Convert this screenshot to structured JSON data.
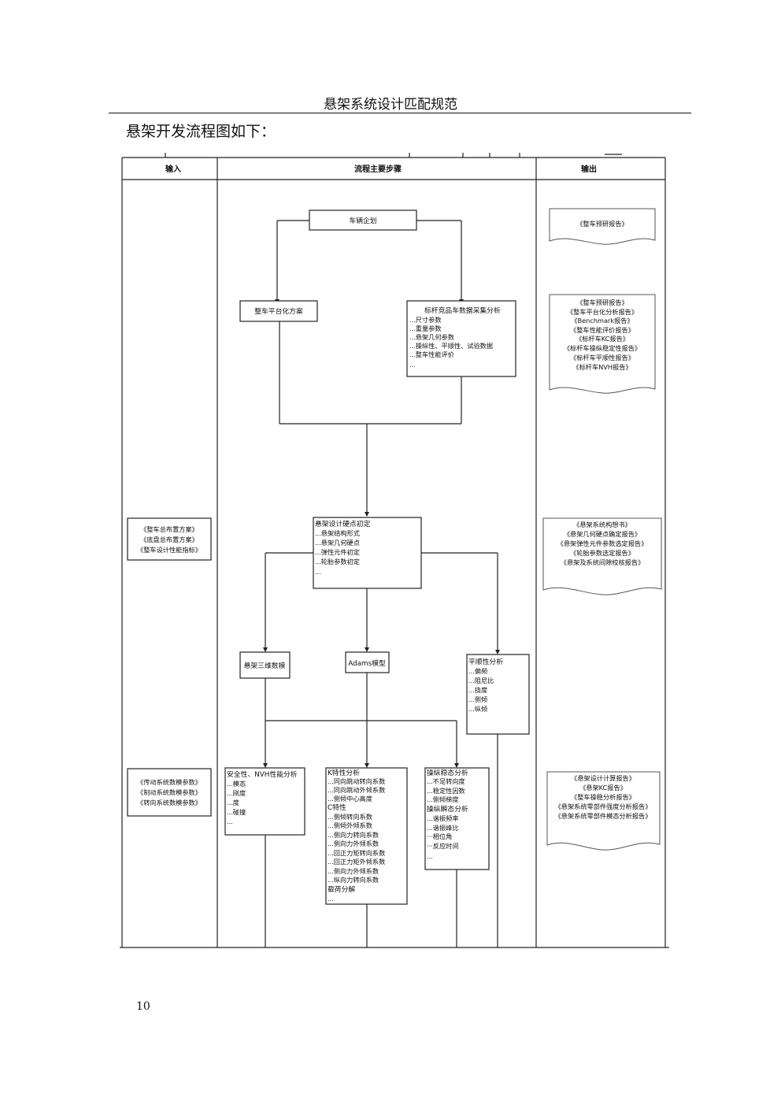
{
  "page": {
    "header": "悬架系统设计匹配规范",
    "intro": "悬架开发流程图如下：",
    "page_number": "10"
  },
  "columns": {
    "input": "输入",
    "steps": "流程主要步骤",
    "output": "输出"
  },
  "steps": {
    "planning": {
      "title": "车辆企划"
    },
    "platform": {
      "title": "整车平台化方案"
    },
    "benchmark": {
      "title": "标杆竞品车数据采集分析",
      "items": [
        "...尺寸参数",
        "...重量参数",
        "...悬架几何参数",
        "...操纵性、平顺性、试验数据",
        "...整车性能评价",
        "..."
      ]
    },
    "hardpoint": {
      "title": "悬架设计硬点初定",
      "items": [
        "...悬架结构形式",
        "...悬架几何硬点",
        "...弹性元件初定",
        "...轮胎参数初定",
        "..."
      ]
    },
    "cad3d": {
      "title": "悬架三维数模"
    },
    "adams": {
      "title": "Adams模型"
    },
    "ride": {
      "title": "平顺性分析",
      "items": [
        "...偏频",
        "...阻尼比",
        "...挠度",
        "...侧倾",
        "...纵倾"
      ]
    },
    "safety": {
      "title": "安全性、NVH性能分析",
      "items": [
        "...模态",
        "...刚度",
        "...度",
        "...碰撞",
        "..."
      ]
    },
    "kc": {
      "items": [
        "K特性分析",
        "...同向跳动转向系数",
        "...同向跳动外倾系数",
        "...侧倾中心高度",
        "C特性",
        "...侧倾转向系数",
        "...侧倾外倾系数",
        "...侧向力转向系数",
        "...侧向力外倾系数",
        "...回正力矩转向系数",
        "...回正力矩外倾系数",
        "...侧向力外倾系数",
        "...纵向力转向系数",
        "载荷分解",
        "..."
      ]
    },
    "handling": {
      "items": [
        "操纵稳态分析",
        "...不足转向度",
        "...稳定性因数",
        "...侧倾梯度",
        "操纵瞬态分析",
        "...谐振频率",
        "...谐振峰比",
        "···相位角",
        "···反应时间",
        "..."
      ]
    }
  },
  "inputs": {
    "group1": [
      "《整车总布置方案》",
      "《底盘总布置方案》",
      "《整车设计性能指标》"
    ],
    "group2": [
      "《传动系统数模参数》",
      "《制动系统数模参数》",
      "《转向系统数模参数》"
    ]
  },
  "outputs": {
    "doc1": [
      "《整车预研报告》"
    ],
    "doc2": [
      "《整车预研报告》",
      "《整车平台化分析报告》",
      "《Benchmark报告》",
      "《整车性能评价报告》",
      "《标杆车KC报告》",
      "《标杆车操纵稳定性报告》",
      "《标杆车平顺性报告》",
      "《标杆车NVH报告》"
    ],
    "doc3": [
      "《悬架系统构想书》",
      "《悬架几何硬点确定报告》",
      "《悬架弹性元件参数选定报告》",
      "《轮胎参数选定报告》",
      "《悬架及系统间隙校核报告》"
    ],
    "doc4": [
      "《悬架设计计算报告》",
      "《悬架KC报告》",
      "《整车操稳分析报告》",
      "《悬架系统零部件强度分析报告》",
      "《悬架系统零部件模态分析报告》"
    ]
  }
}
